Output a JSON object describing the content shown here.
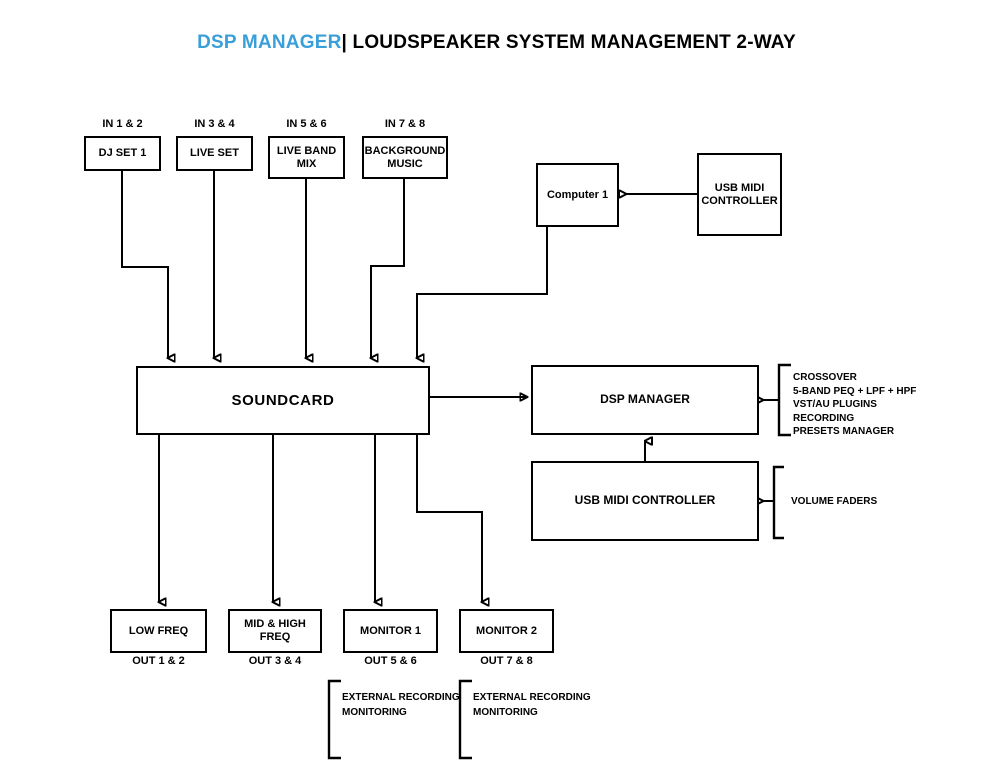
{
  "header": {
    "title_accent": "DSP MANAGER",
    "title_separator": "|",
    "title_rest": "LOUDSPEAKER SYSTEM MANAGEMENT 2-WAY",
    "accent_color": "#3a9fd8"
  },
  "inputs": [
    {
      "port": "IN 1 & 2",
      "label": "DJ SET 1"
    },
    {
      "port": "IN 3 & 4",
      "label": "LIVE SET"
    },
    {
      "port": "IN 5 & 6",
      "label": "LIVE BAND MIX"
    },
    {
      "port": "IN 7 & 8",
      "label": "BACKGROUND MUSIC"
    }
  ],
  "computer": {
    "label": "Computer 1",
    "midi_label": "USB MIDI CONTROLLER"
  },
  "core": {
    "soundcard_label": "SOUNDCARD",
    "dsp_label": "DSP MANAGER",
    "midi_label": "USB MIDI CONTROLLER"
  },
  "dsp_features": [
    "CROSSOVER",
    "5-BAND PEQ + LPF + HPF",
    "VST/AU PLUGINS",
    "RECORDING",
    "PRESETS MANAGER"
  ],
  "midi_features": [
    "VOLUME FADERS"
  ],
  "outputs": [
    {
      "label": "LOW FREQ",
      "port": "OUT 1 & 2"
    },
    {
      "label": "MID & HIGH FREQ",
      "port": "OUT 3 & 4"
    },
    {
      "label": "MONITOR 1",
      "port": "OUT 5 & 6"
    },
    {
      "label": "MONITOR 2",
      "port": "OUT 7 & 8"
    }
  ],
  "monitor_notes": [
    {
      "line1": "EXTERNAL RECORDING",
      "line2": "MONITORING"
    },
    {
      "line1": "EXTERNAL RECORDING",
      "line2": "MONITORING"
    }
  ]
}
